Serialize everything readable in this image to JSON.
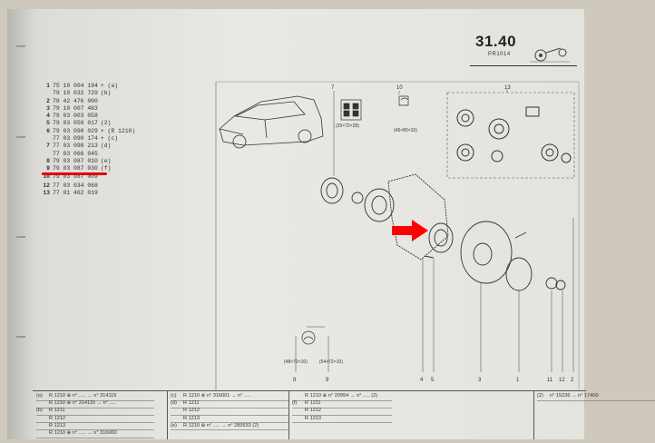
{
  "header": {
    "page_number": "31.40",
    "sub_code": "PR1014"
  },
  "parts_list": [
    {
      "n": "1",
      "ref": "75 10 004 194",
      "note": "+ (a)"
    },
    {
      "n": "",
      "ref": "79 10 032 729",
      "note": "(b)"
    },
    {
      "n": "2",
      "ref": "78 42 476 000",
      "note": ""
    },
    {
      "n": "3",
      "ref": "79 10 007 463",
      "note": ""
    },
    {
      "n": "4",
      "ref": "79 03 003 058",
      "note": ""
    },
    {
      "n": "5",
      "ref": "79 03 056 017",
      "note": "(2)"
    },
    {
      "n": "6",
      "ref": "79 03 090 029",
      "note": "+ (R 1210)"
    },
    {
      "n": "",
      "ref": "77 03 090 174",
      "note": "+ (c)"
    },
    {
      "n": "7",
      "ref": "77 03 090 213",
      "note": "(d)"
    },
    {
      "n": "",
      "ref": "77 03 066 045",
      "note": ""
    },
    {
      "n": "8",
      "ref": "79 03 087 010",
      "note": "(e)"
    },
    {
      "n": "9",
      "ref": "79 03 087 030",
      "note": "(f)"
    },
    {
      "n": "10",
      "ref": "79 03 087 009",
      "note": ""
    },
    {
      "n": "12",
      "ref": "77 03 034 068",
      "note": ""
    },
    {
      "n": "13",
      "ref": "77 01 462 019",
      "note": ""
    }
  ],
  "diagram": {
    "callouts": {
      "seal_top": "(35×72×28)",
      "bearing_top": "(45×80×15)",
      "bearing_bottom_left": "(48×72×10)",
      "bearing_bottom_right": "(54×72×10)"
    },
    "part_numbers": [
      "7",
      "10",
      "13",
      "8",
      "9",
      "4",
      "5",
      "3",
      "1",
      "11",
      "12",
      "2"
    ]
  },
  "footer": {
    "col1": [
      {
        "tag": "(a)",
        "text": "R 1210 ⊕ n° ..... → n° 314115"
      },
      {
        "tag": "",
        "text": "R 1210 ⊕ n° 314116 → n° ....."
      },
      {
        "tag": "(b)",
        "text": "R 1211"
      },
      {
        "tag": "",
        "text": "R 1212"
      },
      {
        "tag": "",
        "text": "R 1213"
      },
      {
        "tag": "",
        "text": "R 1210 ⊕ n° ..... → n° 316000"
      }
    ],
    "col2": [
      {
        "tag": "(c)",
        "text": "R 1210 ⊕ n° 316001 → n° ....."
      },
      {
        "tag": "(d)",
        "text": "R 1211"
      },
      {
        "tag": "",
        "text": "R 1212"
      },
      {
        "tag": "",
        "text": "R 1213"
      },
      {
        "tag": "(e)",
        "text": "R 1210 ⊕ n° ..... → n° 289533 (2)"
      }
    ],
    "col3": [
      {
        "tag": "",
        "text": "R 1210 ⊕ n° 20954 → n° ..... (2)"
      },
      {
        "tag": "(f)",
        "text": "R 1211"
      },
      {
        "tag": "",
        "text": "R 1212"
      },
      {
        "tag": "",
        "text": "R 1213"
      }
    ],
    "col4": [
      {
        "tag": "(2)",
        "text": "n° 15236 → n° 17400"
      }
    ]
  }
}
